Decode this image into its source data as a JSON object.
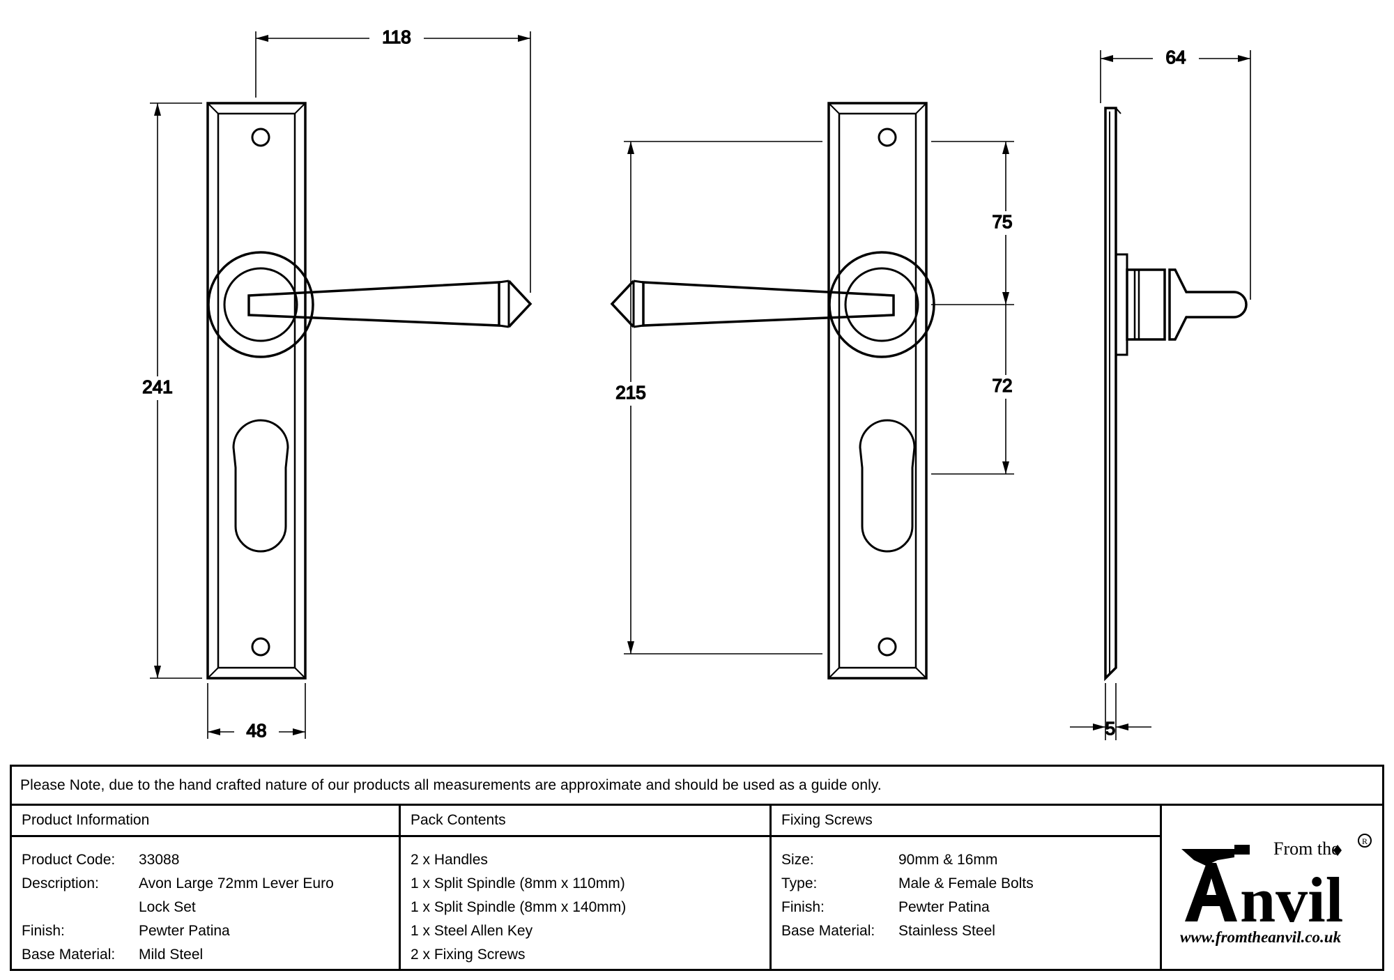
{
  "drawing": {
    "title": "Avon Large 72mm Lever Euro Lock Set technical drawing",
    "dimensions": {
      "plate_length": "241",
      "plate_width": "48",
      "lever_projection_length": "118",
      "handle_centre_from_top": "215",
      "top_fixing_to_centre": "75",
      "centre_to_keyhole": "72",
      "side_projection": "64",
      "plate_thickness": "5"
    },
    "views": [
      {
        "name": "front-view-left-hand",
        "label": ""
      },
      {
        "name": "front-view-right-hand",
        "label": ""
      },
      {
        "name": "side-profile-view",
        "label": ""
      }
    ]
  },
  "note": {
    "text": "Please Note, due to the hand crafted nature of our products all measurements are approximate and should be used as a guide only."
  },
  "product_information": {
    "heading": "Product Information",
    "rows": [
      {
        "label": "Product Code:",
        "value": "33088"
      },
      {
        "label": "Description:",
        "value": "Avon Large 72mm Lever Euro",
        "value2": "Lock Set"
      },
      {
        "label": "Finish:",
        "value": "Pewter Patina"
      },
      {
        "label": "Base Material:",
        "value": "Mild Steel"
      }
    ]
  },
  "pack_contents": {
    "heading": "Pack Contents",
    "items": [
      "2 x Handles",
      "1 x Split Spindle (8mm x 110mm)",
      "1 x Split Spindle (8mm x 140mm)",
      "1 x Steel Allen Key",
      "2 x Fixing Screws"
    ]
  },
  "fixing_screws": {
    "heading": "Fixing Screws",
    "rows": [
      {
        "label": "Size:",
        "value": "90mm & 16mm"
      },
      {
        "label": "Type:",
        "value": "Male & Female Bolts"
      },
      {
        "label": "Finish:",
        "value": "Pewter Patina"
      },
      {
        "label": "Base Material:",
        "value": "Stainless Steel"
      }
    ]
  },
  "logo": {
    "line1": "From the",
    "line2": "Anvil",
    "url": "www.fromtheanvil.co.uk",
    "registered_mark": "®"
  },
  "colors": {
    "line": "#000000",
    "background": "#ffffff",
    "text": "#000000"
  }
}
